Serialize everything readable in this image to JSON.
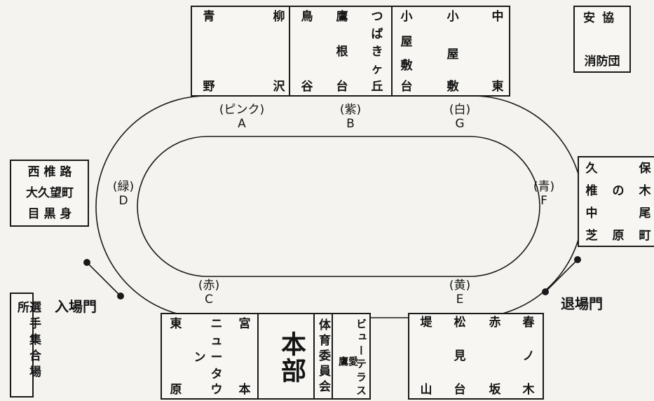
{
  "top_groups": {
    "g1": {
      "c1": [
        "青",
        "野"
      ],
      "c2": [
        "柳",
        "沢"
      ]
    },
    "g2": {
      "c1": [
        "鳥",
        "谷"
      ],
      "c2": [
        "鷹",
        "根",
        "台"
      ],
      "c3": [
        "つ",
        "ば",
        "き",
        "ヶ",
        "丘"
      ]
    },
    "g3": {
      "c1": [
        "小",
        "屋",
        "敷",
        "台"
      ],
      "c2": [
        "小",
        "屋",
        "敷"
      ],
      "c3": [
        "中",
        "東"
      ]
    },
    "g4": {
      "c1": [
        "安",
        "消"
      ],
      "c2": [
        "協",
        "防",
        "団"
      ],
      "label1": "安協",
      "label2": "消防団"
    }
  },
  "left_box": {
    "row1": "西 椎 路",
    "row2": "大久望町",
    "row3": "目 黒 身"
  },
  "right_box": {
    "row1": [
      "久",
      "",
      "保"
    ],
    "row2": [
      "椎",
      "の",
      "木"
    ],
    "row3": [
      "中",
      "",
      "尾"
    ],
    "row4": [
      "芝",
      "原",
      "町"
    ]
  },
  "track_labels": {
    "A": {
      "color": "(ピンク)",
      "letter": "A"
    },
    "B": {
      "color": "(紫)",
      "letter": "B"
    },
    "G": {
      "color": "(白)",
      "letter": "G"
    },
    "D": {
      "color": "(緑)",
      "letter": "D"
    },
    "F": {
      "color": "(青)",
      "letter": "F"
    },
    "C": {
      "color": "(赤)",
      "letter": "C"
    },
    "E": {
      "color": "(黄)",
      "letter": "E"
    }
  },
  "gates": {
    "entrance": "入場門",
    "exit": "退場門"
  },
  "bottom": {
    "athletes": "選手集合場所",
    "g5": {
      "c1": [
        "東",
        "原"
      ],
      "c2": [
        "ニ",
        "ュ",
        "ー",
        "タ",
        "ウ",
        "ン"
      ],
      "c3": [
        "宮",
        "本"
      ]
    },
    "hq": "本部",
    "pe_committee": "体育委員会",
    "g6": {
      "c1": "愛鷹",
      "c2": "ビューテラス"
    },
    "g7": {
      "c1": [
        "堤",
        "山"
      ],
      "c2": [
        "松",
        "見",
        "台"
      ],
      "c3": [
        "赤",
        "坂"
      ],
      "c4": [
        "春",
        "ノ",
        "木"
      ]
    }
  },
  "colors": {
    "line": "#1a1a1a",
    "bg": "#f4f3ef"
  }
}
